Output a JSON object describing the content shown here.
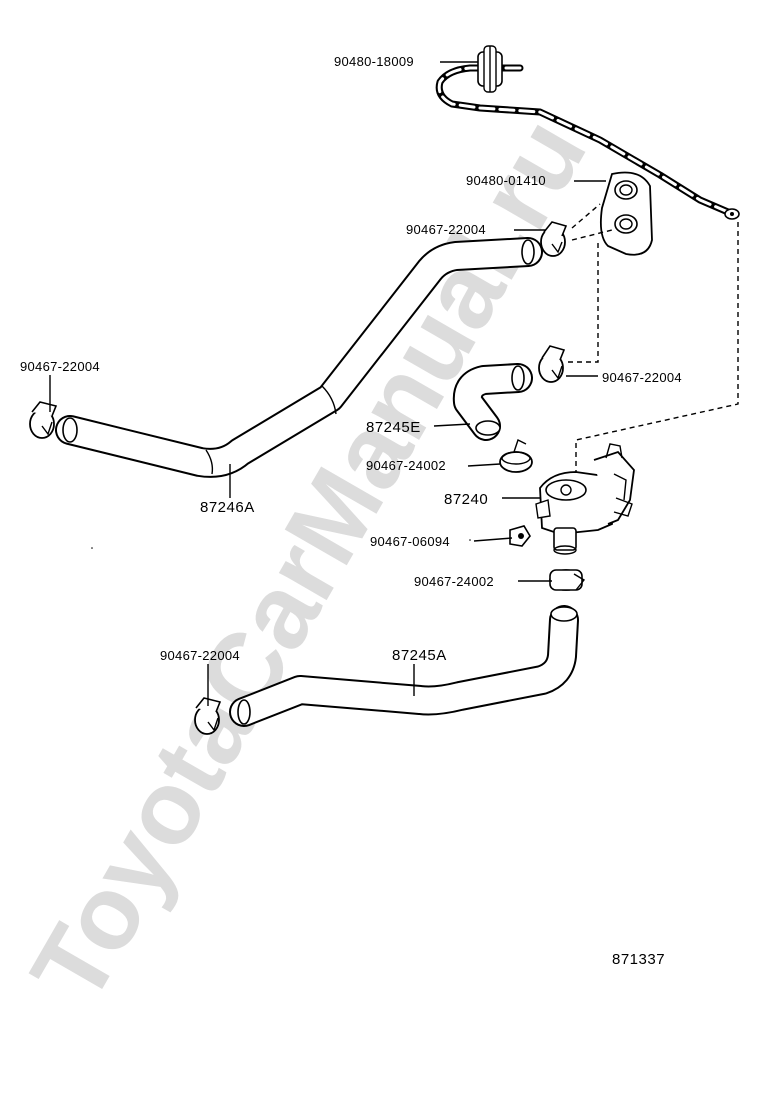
{
  "watermark": "ToyotaCarManual.ru",
  "diagram_number": "871337",
  "labels": {
    "p_90480_18009": "90480-18009",
    "p_90480_01410": "90480-01410",
    "p_90467_22004_top": "90467-22004",
    "p_90467_22004_right": "90467-22004",
    "p_90467_22004_left": "90467-22004",
    "p_87246A": "87246A",
    "p_87245E": "87245E",
    "p_90467_24002_a": "90467-24002",
    "p_87240": "87240",
    "p_90467_06094": "90467-06094",
    "p_90467_24002_b": "90467-24002",
    "p_90467_22004_bottom": "90467-22004",
    "p_87245A": "87245A"
  }
}
